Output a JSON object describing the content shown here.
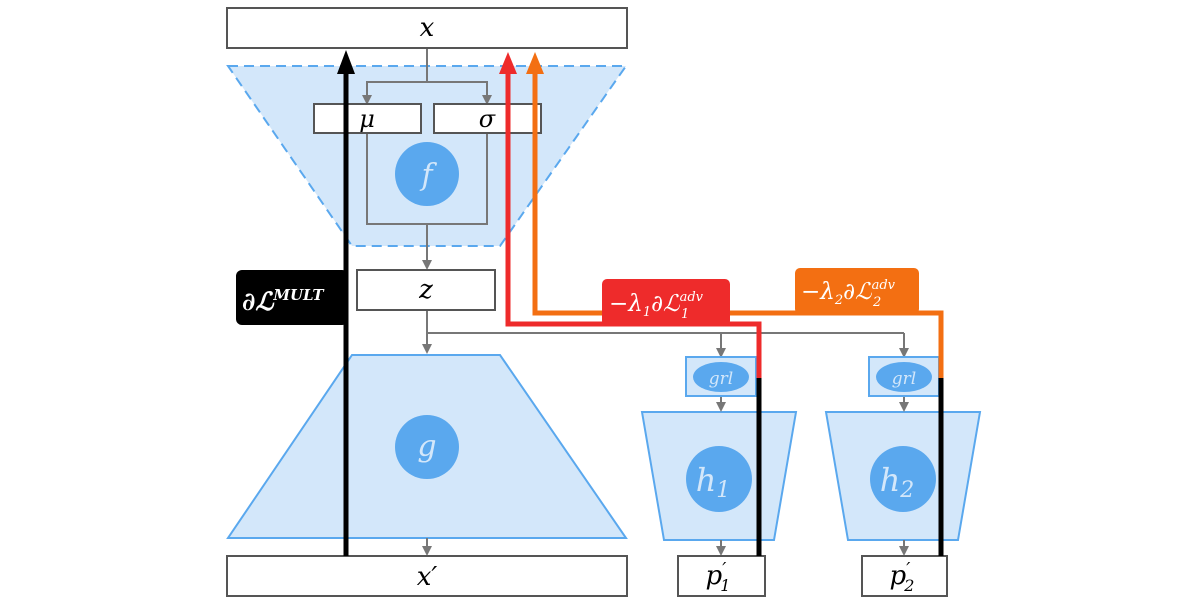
{
  "colors": {
    "box_border": "#555555",
    "module_fill": "#d3e7fa",
    "module_border": "#5aa8ee",
    "circle_fill": "#5aa8ee",
    "connector": "#777777",
    "main_gradient": "#000000",
    "adv1": "#ee2b2b",
    "adv2": "#f36f12"
  },
  "nodes": {
    "x": "x",
    "mu": "μ",
    "sigma": "σ",
    "f": "f",
    "z": "z",
    "g": "g",
    "x_prime": "x′",
    "grl1": "grl",
    "grl2": "grl",
    "h1": {
      "base": "h",
      "sub": "1"
    },
    "h2": {
      "base": "h",
      "sub": "2"
    },
    "p1": {
      "base": "p",
      "prime": "′",
      "sub": "1"
    },
    "p2": {
      "base": "p",
      "prime": "′",
      "sub": "2"
    }
  },
  "gradients": {
    "main": {
      "prefix": "∂ℒ",
      "sup": "MULT"
    },
    "adv1": {
      "prefix": "−λ",
      "lambda_sub": "1",
      "mid": "∂ℒ",
      "sup": "adv",
      "sub": "1"
    },
    "adv2": {
      "prefix": "−λ",
      "lambda_sub": "2",
      "mid": "∂ℒ",
      "sup": "adv",
      "sub": "2"
    }
  }
}
